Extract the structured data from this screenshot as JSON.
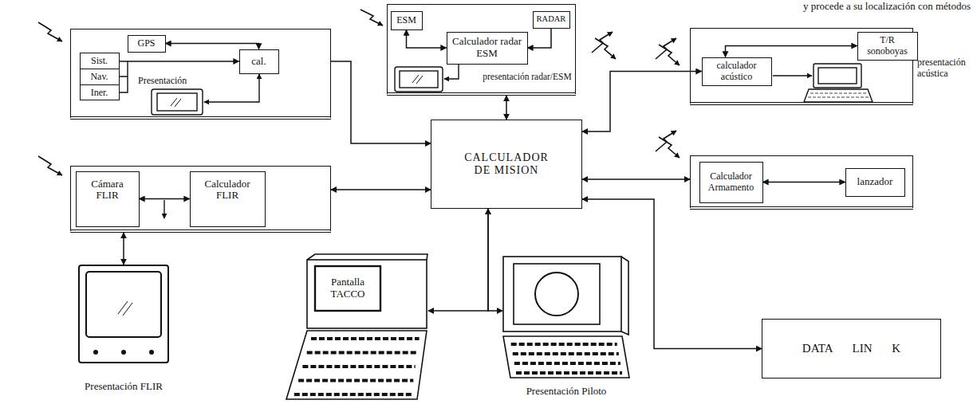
{
  "diagram": {
    "nodes": [
      {
        "text": [
          "Presentación"
        ]
      },
      {
        "text": [
          "GPS"
        ],
        "in": 0
      },
      {
        "text": [
          "Sist.",
          "Nav.",
          "Iner."
        ],
        "in": 0
      },
      {
        "text": [
          "cal."
        ],
        "in": 0
      },
      {
        "text": [
          "presentación radar/ESM"
        ]
      },
      {
        "text": [
          "ESM"
        ],
        "in": 4
      },
      {
        "text": [
          "RADAR"
        ],
        "in": 4
      },
      {
        "text": [
          "Calculador radar ESM"
        ],
        "in": 4
      },
      {
        "text": [
          "presentación acústica"
        ]
      },
      {
        "text": [
          "T/R sonoboyas"
        ],
        "in": 8
      },
      {
        "text": [
          "calculador acústico"
        ],
        "in": 8
      },
      {
        "text": []
      },
      {
        "text": [
          "Cámara FLIR"
        ],
        "in": 11
      },
      {
        "text": [
          "Calculador FLIR"
        ],
        "in": 11
      },
      {
        "text": [
          "CALCULADOR DE MISION"
        ]
      },
      {
        "text": []
      },
      {
        "text": [
          "Calculador Armamento"
        ],
        "in": 15
      },
      {
        "text": [
          "lanzador"
        ],
        "in": 15
      },
      {
        "text": [
          "Presentación FLIR"
        ]
      },
      {
        "text": [
          "Pantalla TACCO"
        ]
      },
      {
        "text": [
          "Presentación Piloto"
        ]
      },
      {
        "text": [
          "DATA LIN K"
        ]
      }
    ],
    "edges": [
      {
        "from": 1,
        "to": 3,
        "arrow": "both"
      },
      {
        "from": 2,
        "to": 3,
        "arrow": "to"
      },
      {
        "from": 0,
        "to": 14,
        "arrow": "to"
      },
      {
        "from": 5,
        "to": 7,
        "arrow": "both"
      },
      {
        "from": 6,
        "to": 7,
        "arrow": "to"
      },
      {
        "from": 4,
        "to": 14,
        "arrow": "both"
      },
      {
        "from": 14,
        "to": 10,
        "arrow": "both"
      },
      {
        "from": 10,
        "to": 9,
        "arrow": "both"
      },
      {
        "from": 14,
        "to": 15,
        "arrow": "both"
      },
      {
        "from": 16,
        "to": 17,
        "arrow": "both"
      },
      {
        "from": 11,
        "to": 14,
        "arrow": "both"
      },
      {
        "from": 12,
        "to": 13,
        "arrow": "both"
      },
      {
        "from": 11,
        "to": 18,
        "arrow": "both"
      },
      {
        "from": 14,
        "to": 19,
        "arrow": "both"
      },
      {
        "from": 14,
        "to": 20,
        "arrow": "both"
      },
      {
        "from": 14,
        "to": 21,
        "arrow": "both"
      }
    ],
    "labels": [
      "y procede a su localización con métodos"
    ]
  }
}
